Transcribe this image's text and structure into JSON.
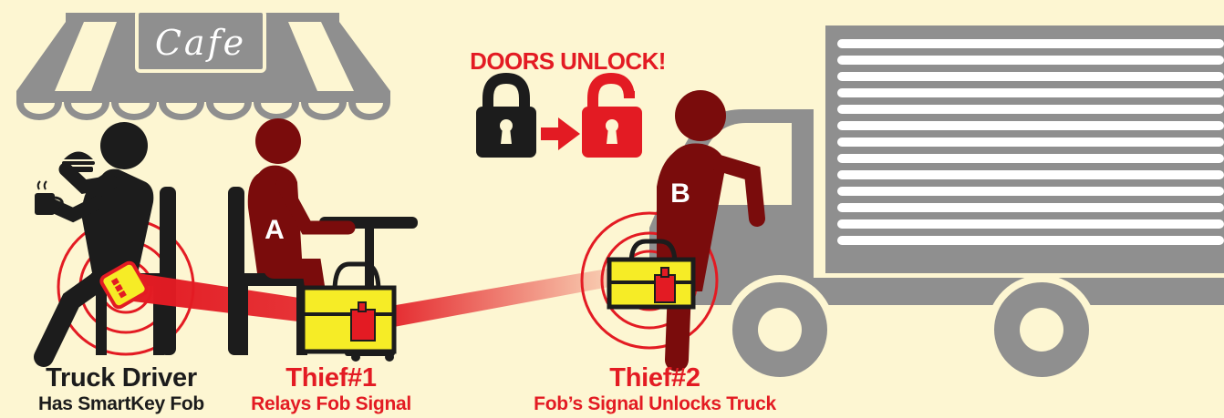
{
  "sign": {
    "text": "Cafe"
  },
  "headline": {
    "text": "DOORS UNLOCK!"
  },
  "badges": {
    "a": "A",
    "b": "B"
  },
  "captions": {
    "driver": {
      "title": "Truck Driver",
      "subtitle": "Has SmartKey Fob"
    },
    "thief1": {
      "title": "Thief#1",
      "subtitle": "Relays Fob Signal"
    },
    "thief2": {
      "title": "Thief#2",
      "subtitle": "Fob’s Signal Unlocks Truck"
    }
  },
  "colors": {
    "background": "#fdf6d2",
    "accent_red": "#e31b23",
    "thief_maroon": "#7a0c0c",
    "silhouette_black": "#1c1c1c",
    "truck_gray": "#8f8f8f",
    "box_yellow": "#f6ec26"
  },
  "icons": [
    "awning-icon",
    "coffee-cup-icon",
    "burger-icon",
    "smartkey-fob-icon",
    "relay-device-icon",
    "locked-padlock-icon",
    "unlocked-padlock-icon",
    "arrow-right-icon",
    "signal-rings-icon"
  ]
}
